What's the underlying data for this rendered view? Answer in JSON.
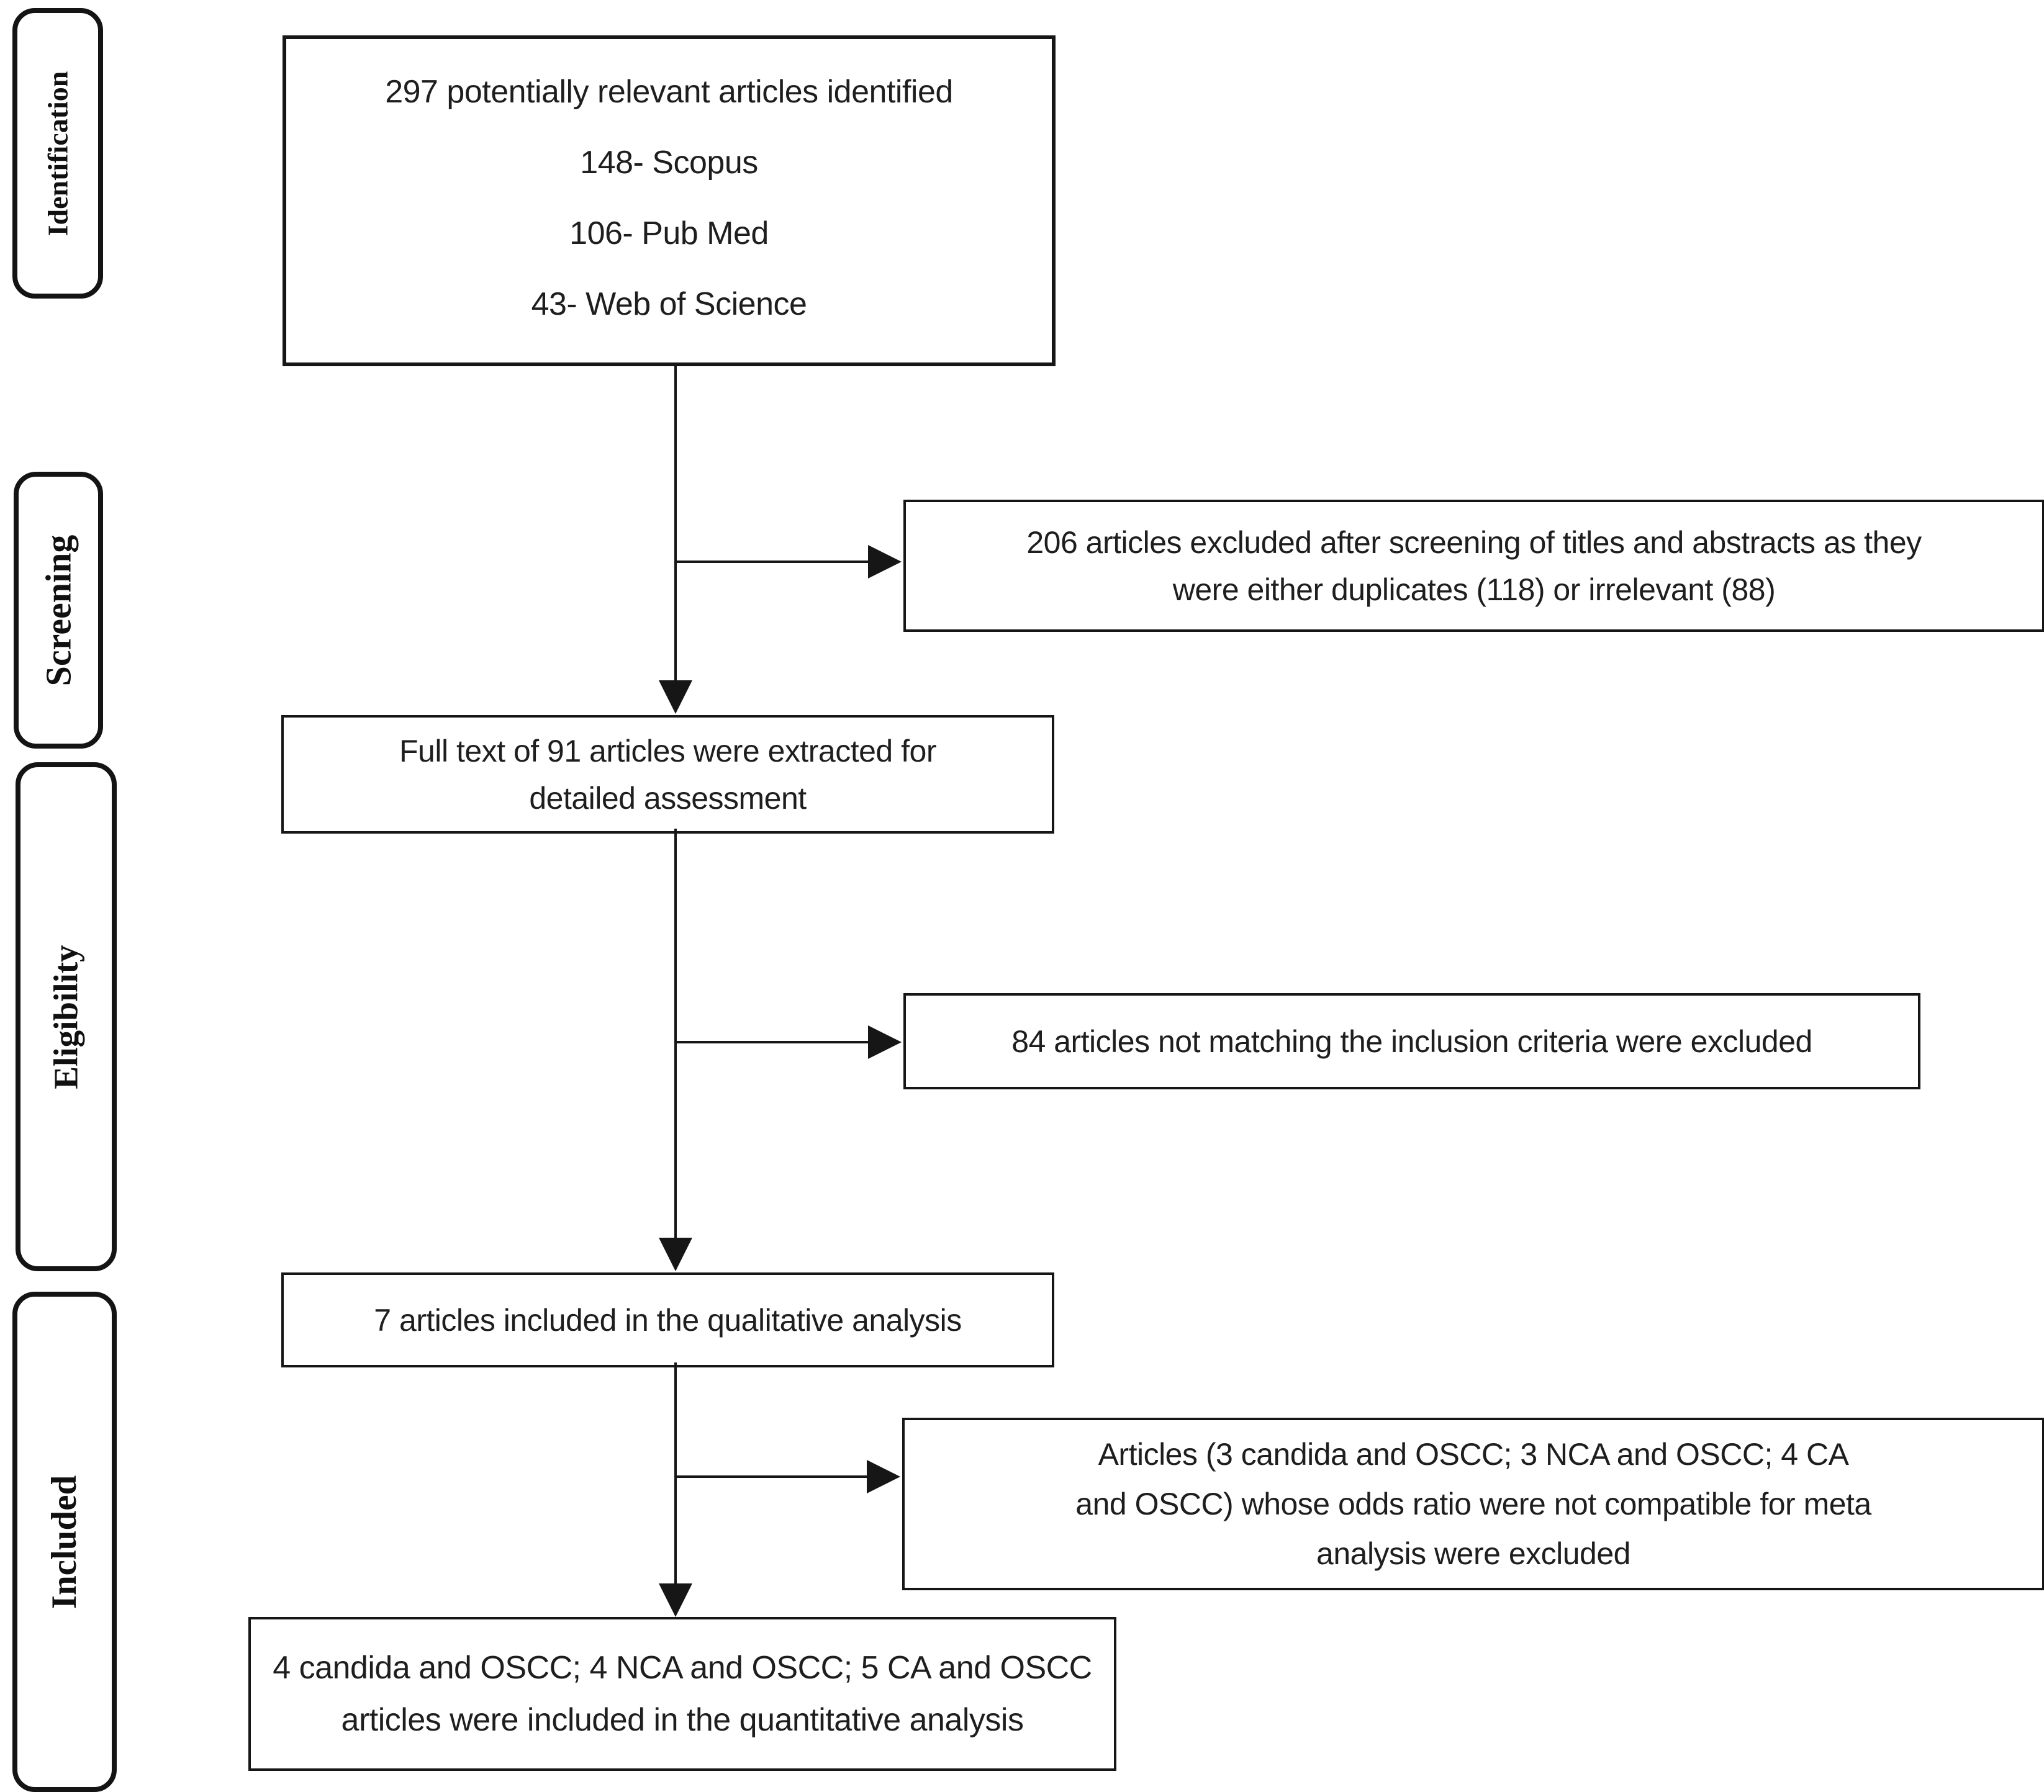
{
  "figure": {
    "background": "#ffffff",
    "line_color": "#161616",
    "text_color": "#1e1e1e"
  },
  "stages": [
    {
      "label": "Identification"
    },
    {
      "label": "Screening"
    },
    {
      "label": "Eligibility"
    },
    {
      "label": "Included"
    }
  ],
  "flow": {
    "identified": {
      "lines": [
        "297 potentially relevant articles identified",
        "148- Scopus",
        "106- Pub Med",
        "43- Web of Science"
      ]
    },
    "excluded_screening": {
      "lines": [
        "206 articles excluded after screening of titles and abstracts as they",
        "were either duplicates (118) or irrelevant (88)"
      ]
    },
    "full_text": {
      "lines": [
        "Full text of 91 articles were extracted for",
        "detailed assessment"
      ]
    },
    "excluded_criteria": {
      "lines": [
        "84 articles not matching the inclusion criteria were excluded"
      ]
    },
    "qualitative": {
      "lines": [
        "7 articles included in the qualitative analysis"
      ]
    },
    "excluded_meta": {
      "lines": [
        "Articles (3 candida and OSCC; 3 NCA and OSCC; 4 CA",
        "and OSCC) whose odds ratio were not compatible for meta",
        "analysis were excluded"
      ]
    },
    "quantitative": {
      "lines": [
        "4 candida and OSCC; 4 NCA and OSCC; 5 CA and OSCC",
        "articles were included in the quantitative analysis"
      ]
    }
  }
}
